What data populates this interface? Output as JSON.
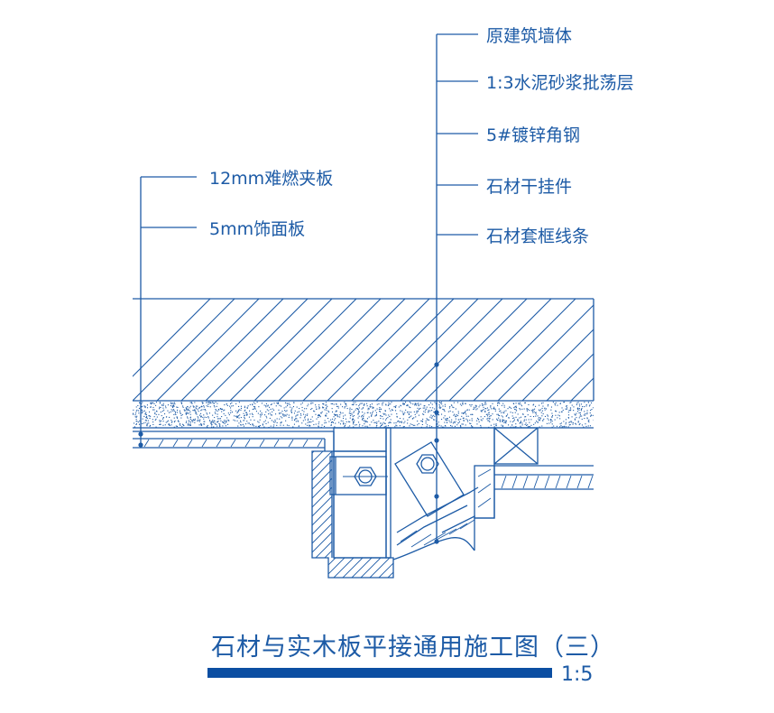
{
  "colors": {
    "line": "#1d5ba6",
    "title_bar": "#0b4ea2",
    "background": "#ffffff"
  },
  "callouts_right": [
    {
      "text": "原建筑墙体"
    },
    {
      "text": "1:3水泥砂浆批荡层"
    },
    {
      "text": "5#镀锌角钢"
    },
    {
      "text": "石材干挂件"
    },
    {
      "text": "石材套框线条"
    }
  ],
  "callouts_left": [
    {
      "text": "12mm难燃夹板"
    },
    {
      "text": "5mm饰面板"
    }
  ],
  "title": {
    "text": "石材与实木板平接通用施工图（三）",
    "scale": "1:5"
  }
}
